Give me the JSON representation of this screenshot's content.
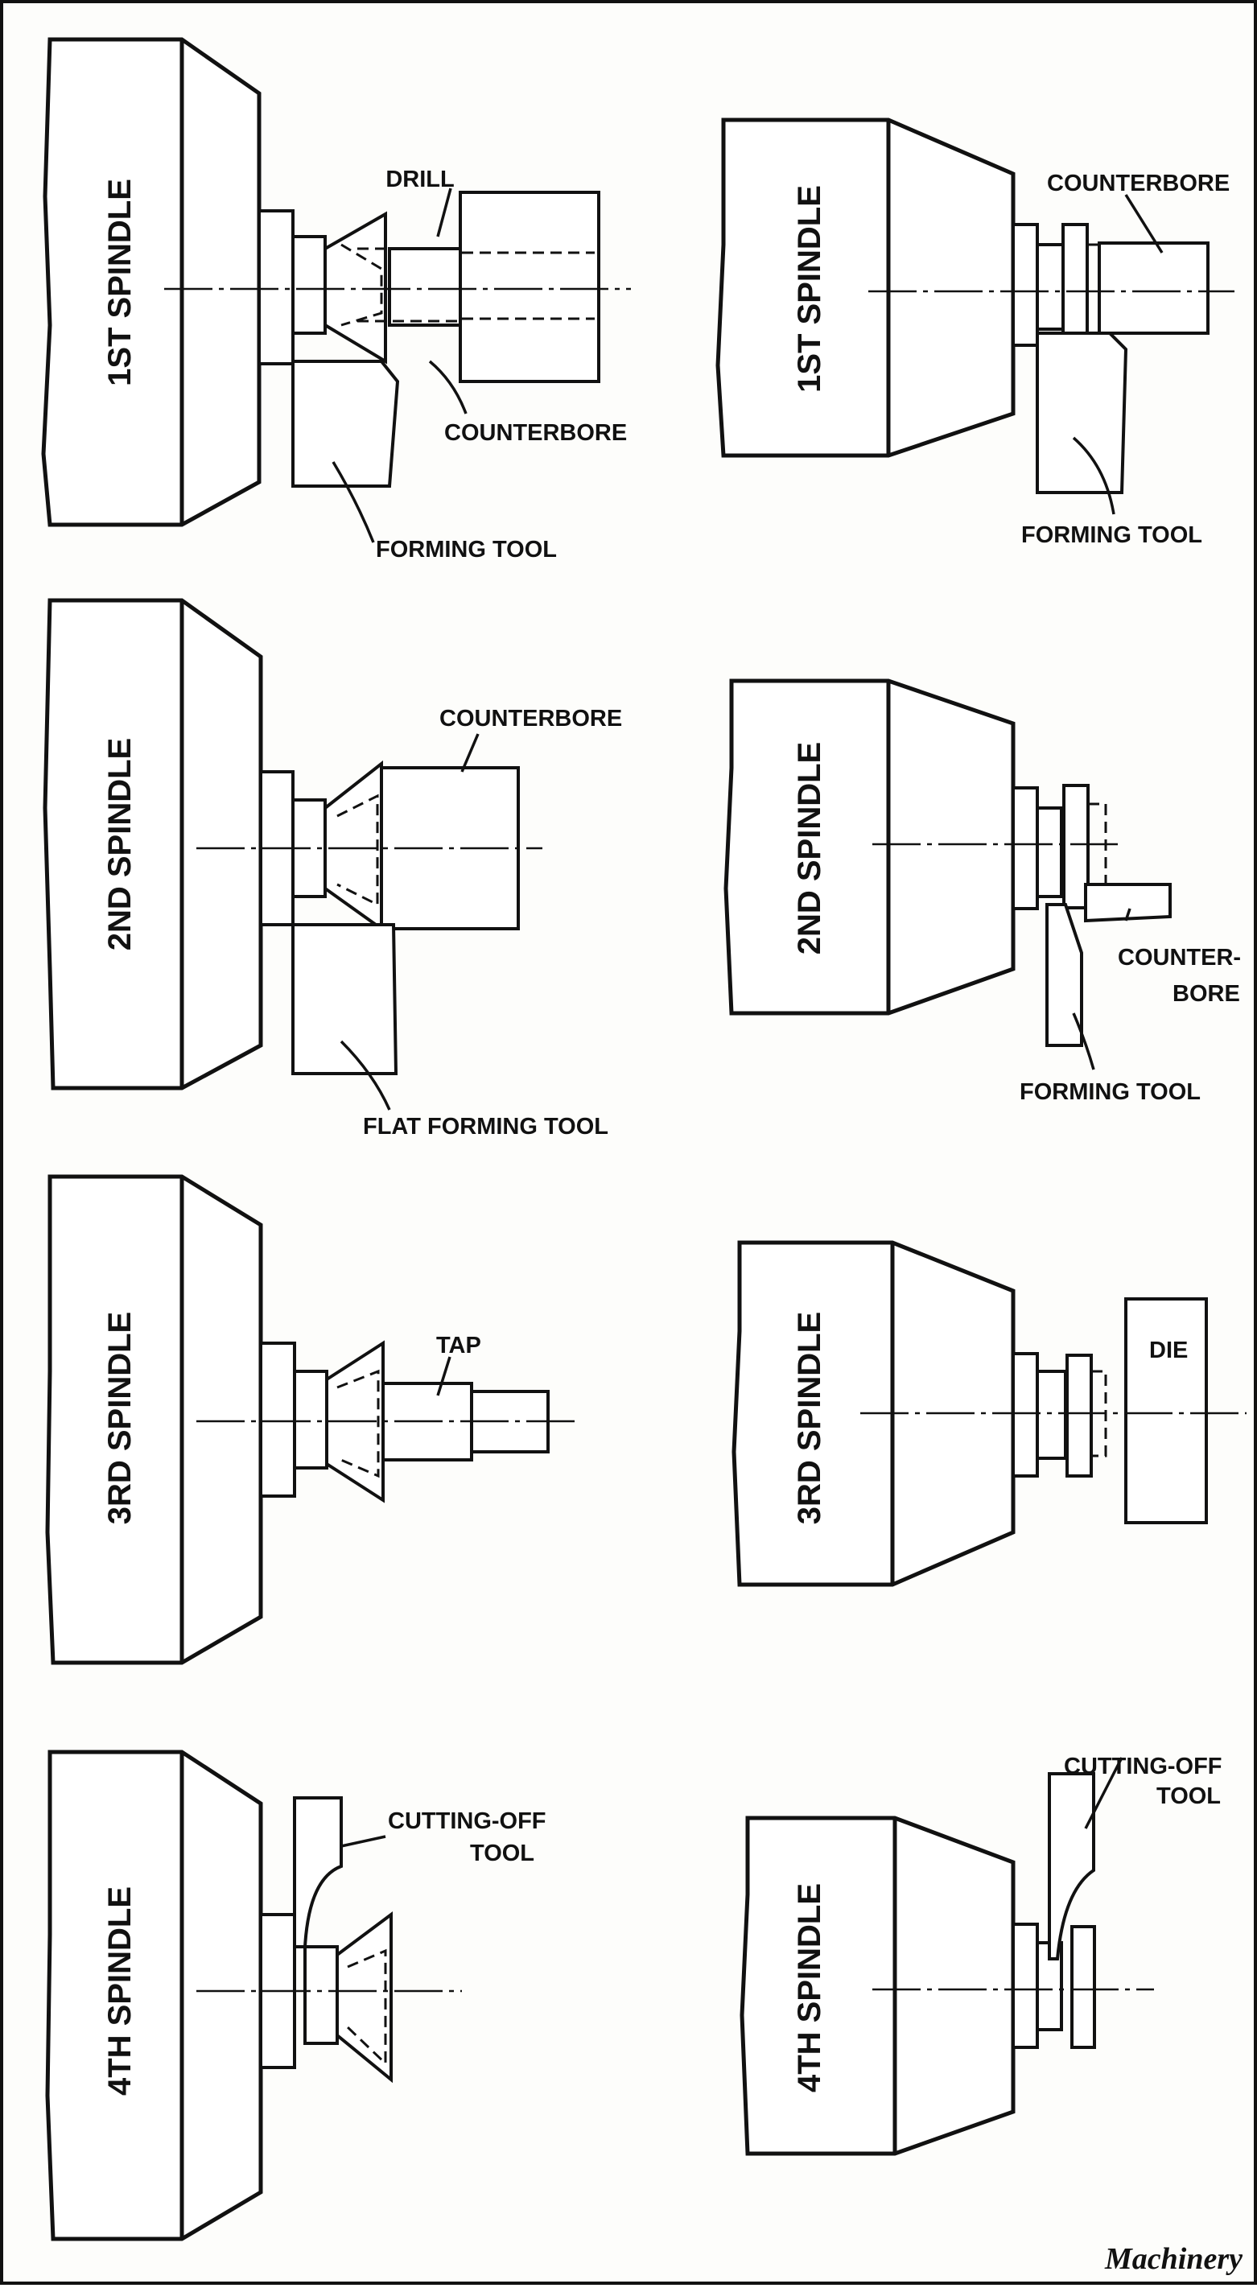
{
  "figure": {
    "credit": "Machinery"
  },
  "left_column": [
    {
      "spindle_label": "1ST SPINDLE",
      "labels": {
        "drill": "DRILL",
        "counterbore": "COUNTERBORE",
        "forming_tool": "FORMING TOOL"
      }
    },
    {
      "spindle_label": "2ND SPINDLE",
      "labels": {
        "counterbore": "COUNTERBORE",
        "flat_forming_tool": "FLAT FORMING TOOL"
      }
    },
    {
      "spindle_label": "3RD SPINDLE",
      "labels": {
        "tap": "TAP"
      }
    },
    {
      "spindle_label": "4TH SPINDLE",
      "labels": {
        "cutting_off_1": "CUTTING-OFF",
        "cutting_off_2": "TOOL"
      }
    }
  ],
  "right_column": [
    {
      "spindle_label": "1ST SPINDLE",
      "labels": {
        "counterbore": "COUNTERBORE",
        "forming_tool": "FORMING TOOL"
      }
    },
    {
      "spindle_label": "2ND SPINDLE",
      "labels": {
        "counter_1": "COUNTER-",
        "counter_2": "BORE",
        "forming_tool": "FORMING TOOL"
      }
    },
    {
      "spindle_label": "3RD SPINDLE",
      "labels": {
        "die": "DIE"
      }
    },
    {
      "spindle_label": "4TH SPINDLE",
      "labels": {
        "cutting_off_1": "CUTTING-OFF",
        "cutting_off_2": "TOOL"
      }
    }
  ]
}
